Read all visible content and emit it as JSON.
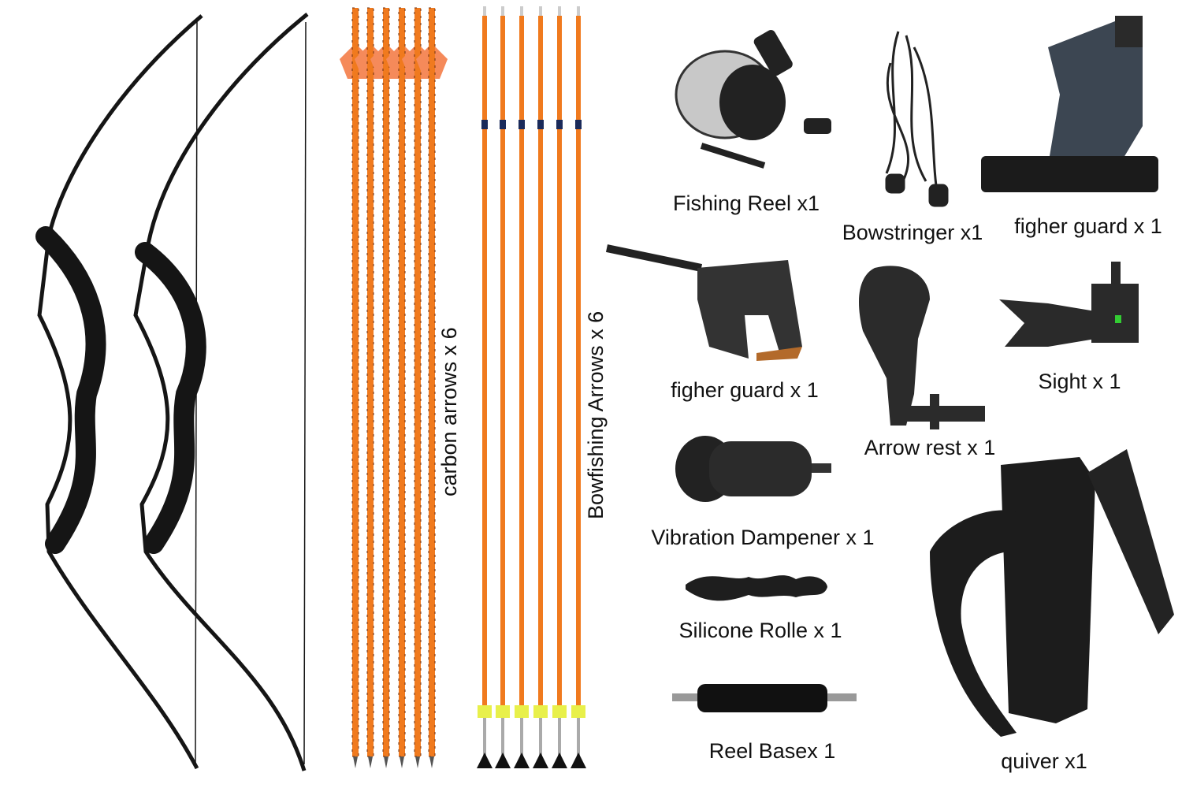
{
  "labels": {
    "fishing_reel": "Fishing Reel x1",
    "bowstringer": "Bowstringer x1",
    "finger_guard_glove": "figher guard x 1",
    "finger_guard_tab": "figher guard x 1",
    "sight": "Sight x 1",
    "arrow_rest": "Arrow rest x 1",
    "vibration_dampener": "Vibration Dampener x 1",
    "silicone_rolle": "Silicone Rolle x 1",
    "reel_base": "Reel Basex 1",
    "quiver": "quiver x1",
    "carbon_arrows": "carbon arrows x 6",
    "bowfishing_arrows": "Bowfishing Arrows x 6"
  },
  "colors": {
    "arrow_orange": "#f07a1e",
    "fletch": "#f58a5a",
    "black": "#1a1a1a",
    "nock_yellow": "#e8f04a"
  }
}
